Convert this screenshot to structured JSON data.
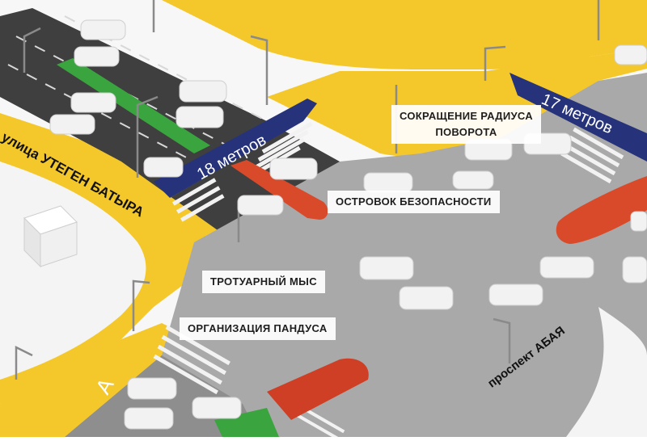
{
  "streets": {
    "left": "улица УТЕГЕН БАТЫРА",
    "right": "проспект АБАЯ"
  },
  "distances": {
    "left": "18 метров",
    "right": "17 метров"
  },
  "callouts": {
    "turn_radius_line1": "СОКРАЩЕНИЕ РАДИУСА",
    "turn_radius_line2": "ПОВОРОТА",
    "safety_island": "ОСТРОВОК БЕЗОПАСНОСТИ",
    "sidewalk_cape": "ТРОТУАРНЫЙ МЫС",
    "ramp": "ОРГАНИЗАЦИЯ ПАНДУСА"
  },
  "road_marking": "А",
  "colors": {
    "sidewalk_yellow": "#f4c82a",
    "road_gray": "#a9a9a9",
    "road_dark": "#3f3f3f",
    "island_red": "#d94a2a",
    "bus_lane_green": "#3aa43f",
    "arrow_navy": "#26337a"
  }
}
